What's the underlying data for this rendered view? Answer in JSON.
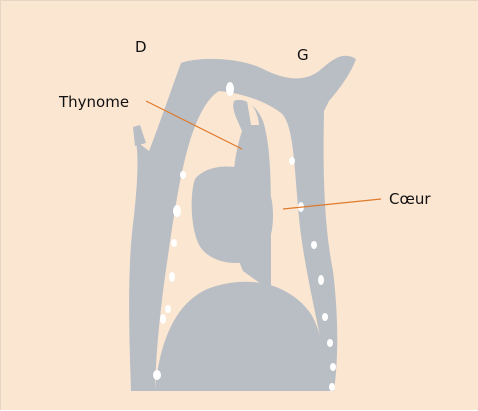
{
  "labels": {
    "right_side": "D",
    "left_side": "G",
    "thymoma": "Thynome",
    "heart": "Cœur"
  },
  "colors": {
    "background": "#fbe6d2",
    "anatomy": "#b8bec4",
    "leader_line": "#e07a2b",
    "node": "#ffffff",
    "text": "#111111"
  }
}
